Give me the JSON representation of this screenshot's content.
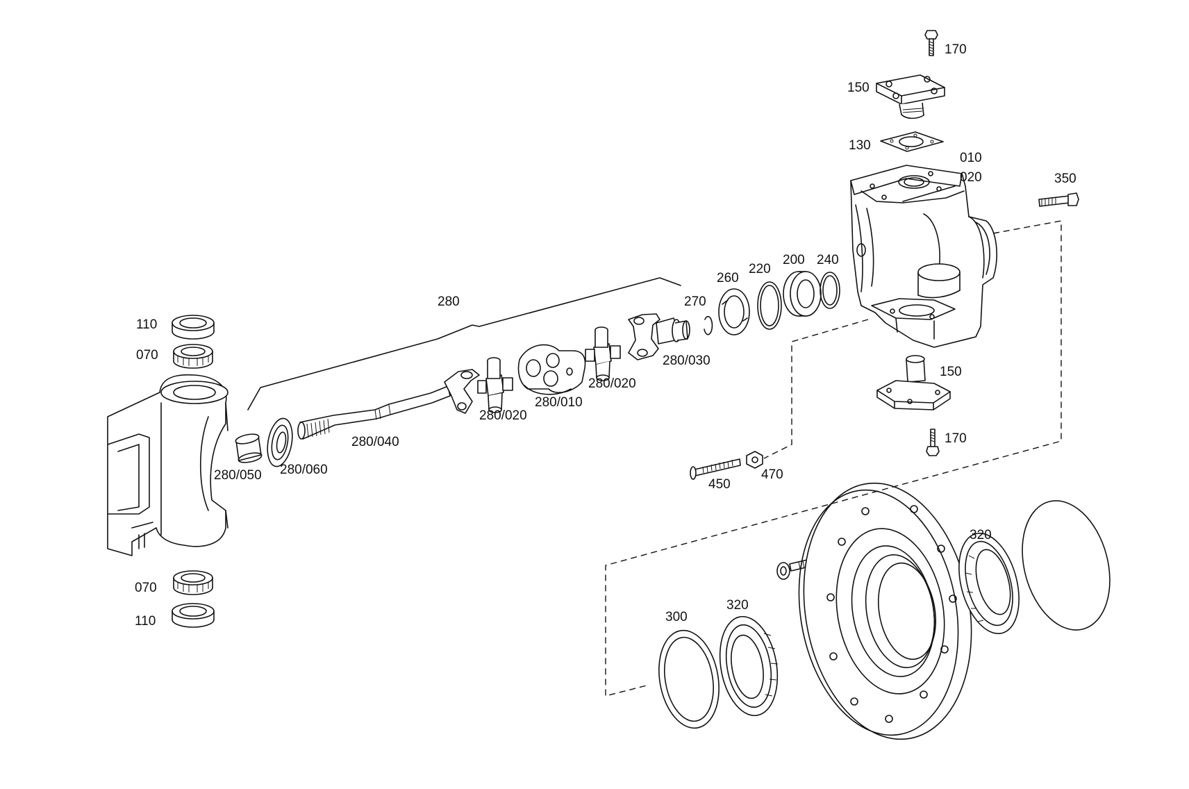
{
  "diagram": {
    "labels": {
      "l170a": "170",
      "l150a": "150",
      "l130": "130",
      "l010": "010",
      "l020": "020",
      "l350": "350",
      "l280": "280",
      "l270": "270",
      "l260": "260",
      "l220": "220",
      "l200": "200",
      "l240": "240",
      "l110a": "110",
      "l070a": "070",
      "l280_030": "280/030",
      "l280_020a": "280/020",
      "l280_010": "280/010",
      "l280_020b": "280/020",
      "l280_040": "280/040",
      "l280_050": "280/050",
      "l280_060": "280/060",
      "l150b": "150",
      "l170b": "170",
      "l450": "450",
      "l470": "470",
      "l070b": "070",
      "l110b": "110",
      "l300": "300",
      "l320a": "320",
      "l320b": "320"
    }
  }
}
